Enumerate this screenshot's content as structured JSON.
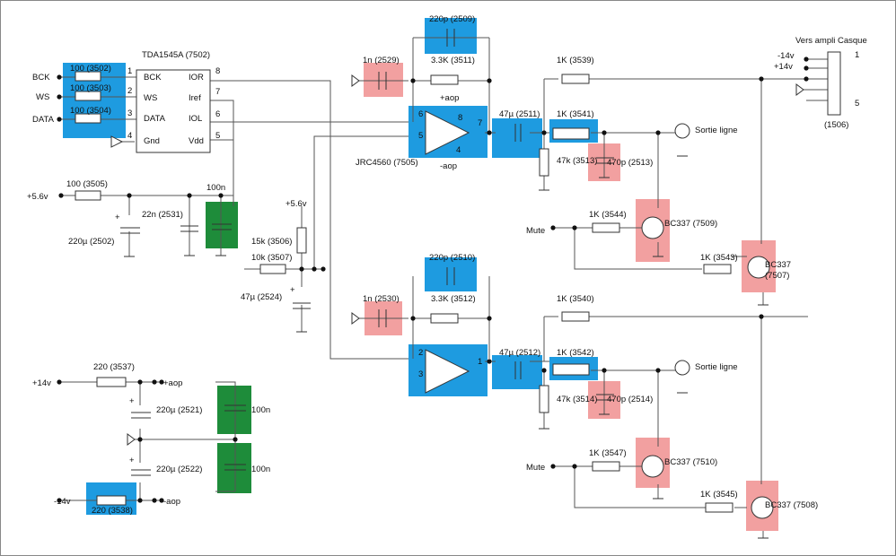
{
  "colors": {
    "blue": "#1e9be0",
    "pink": "#f2a0a0",
    "green": "#1e8c3a",
    "wire": "#555555"
  },
  "labels": {
    "bck": "BCK",
    "ws": "WS",
    "data": "DATA",
    "r3502": "100 (3502)",
    "r3503": "100 (3503)",
    "r3504": "100 (3504)",
    "ic_title": "TDA1545A (7502)",
    "pin_bck": "BCK",
    "pin_ws": "WS",
    "pin_data": "DATA",
    "pin_gnd": "Gnd",
    "pin_ior": "IOR",
    "pin_iref": "Iref",
    "pin_iol": "IOL",
    "pin_vdd": "Vdd",
    "p1": "1",
    "p2": "2",
    "p3": "3",
    "p4": "4",
    "p8": "8",
    "p7": "7",
    "p6": "6",
    "p5": "5",
    "v56a": "+5.6v",
    "r3505": "100 (3505)",
    "c100n_top": "100n",
    "c2531": "22n (2531)",
    "c2502": "220µ (2502)",
    "v56b": "+5.6v",
    "r3506": "15k (3506)",
    "r3507": "10k (3507)",
    "c2524": "47µ (2524)",
    "c2529": "1n (2529)",
    "c2509": "220p (2509)",
    "r3511": "3.3K (3511)",
    "aop_pos_top": "+aop",
    "aop_neg_top": "-aop",
    "op_name": "JRC4560 (7505)",
    "op1_p6": "6",
    "op1_p5": "5",
    "op1_p8": "8",
    "op1_p7": "7",
    "op1_p4": "4",
    "c2511": "47µ (2511)",
    "r3539": "1K (3539)",
    "r3541": "1K (3541)",
    "r3513": "47k (3513)",
    "c2513": "470p (2513)",
    "sortie_top": "Sortie ligne",
    "mute_top": "Mute",
    "r3544": "1K (3544)",
    "q7509": "BC337 (7509)",
    "r3543": "1K (3543)",
    "q7507_a": "BC337",
    "q7507_b": "(7507)",
    "casque": "Vers ampli Casque",
    "m14": "-14v",
    "p14": "+14v",
    "conn_1": "1",
    "conn_5": "5",
    "conn": "(1506)",
    "c2530": "1n (2530)",
    "c2510": "220p (2510)",
    "r3512": "3.3K (3512)",
    "op2_p2": "2",
    "op2_p3": "3",
    "op2_p1": "1",
    "c2512": "47µ (2512)",
    "r3540": "1K (3540)",
    "r3542": "1K (3542)",
    "r3514": "47k (3514)",
    "c2514": "470p (2514)",
    "sortie_bot": "Sortie ligne",
    "mute_bot": "Mute",
    "r3547": "1K (3547)",
    "q7510": "BC337 (7510)",
    "r3545": "1K (3545)",
    "q7508": "BC337 (7508)",
    "v14p": "+14v",
    "r3537": "220 (3537)",
    "aop_pos": "+aop",
    "c2521": "220µ (2521)",
    "c100n_a": "100n",
    "v14n": "-14v",
    "r3538": "220 (3538)",
    "aop_neg": "-aop",
    "c2522": "220µ (2522)",
    "c100n_b": "100n",
    "plus": "+"
  }
}
